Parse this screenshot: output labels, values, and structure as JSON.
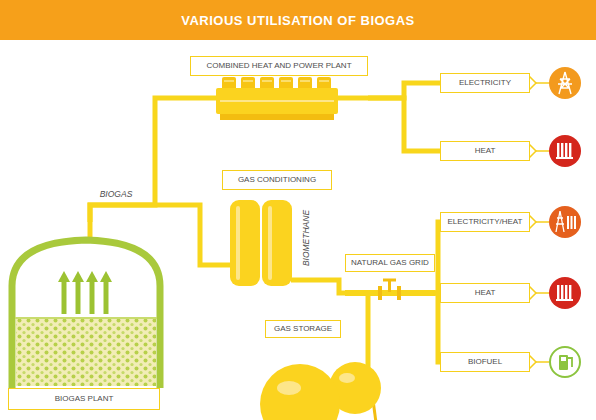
{
  "diagram": {
    "title": "VARIOUS UTILISATION OF BIOGAS",
    "nodes": [
      {
        "text": [
          "BIOGAS PLANT"
        ]
      },
      {
        "text": [
          "COMBINED HEAT AND POWER PLANT"
        ]
      },
      {
        "text": [
          "GAS CONDITIONING"
        ]
      },
      {
        "text": [
          "NATURAL GAS GRID"
        ]
      },
      {
        "text": [
          "GAS STORAGE"
        ]
      },
      {
        "text": [
          "ELECTRICITY"
        ]
      },
      {
        "text": [
          "HEAT"
        ]
      },
      {
        "text": [
          "ELECTRICITY/HEAT"
        ]
      },
      {
        "text": [
          "HEAT"
        ]
      },
      {
        "text": [
          "BIOFUEL"
        ]
      }
    ],
    "edges": [
      {
        "from": 0,
        "to": 1,
        "arrow": "none"
      },
      {
        "from": 0,
        "to": 2,
        "arrow": "none"
      },
      {
        "from": 2,
        "to": 3,
        "arrow": "none"
      },
      {
        "from": 4,
        "to": 3,
        "arrow": "none"
      },
      {
        "from": 1,
        "to": 5,
        "arrow": "none"
      },
      {
        "from": 1,
        "to": 6,
        "arrow": "none"
      },
      {
        "from": 3,
        "to": 7,
        "arrow": "none"
      },
      {
        "from": 3,
        "to": 8,
        "arrow": "none"
      },
      {
        "from": 3,
        "to": 9,
        "arrow": "none"
      }
    ],
    "labels": [
      "BIOGAS",
      "BIOMETHANE"
    ]
  }
}
